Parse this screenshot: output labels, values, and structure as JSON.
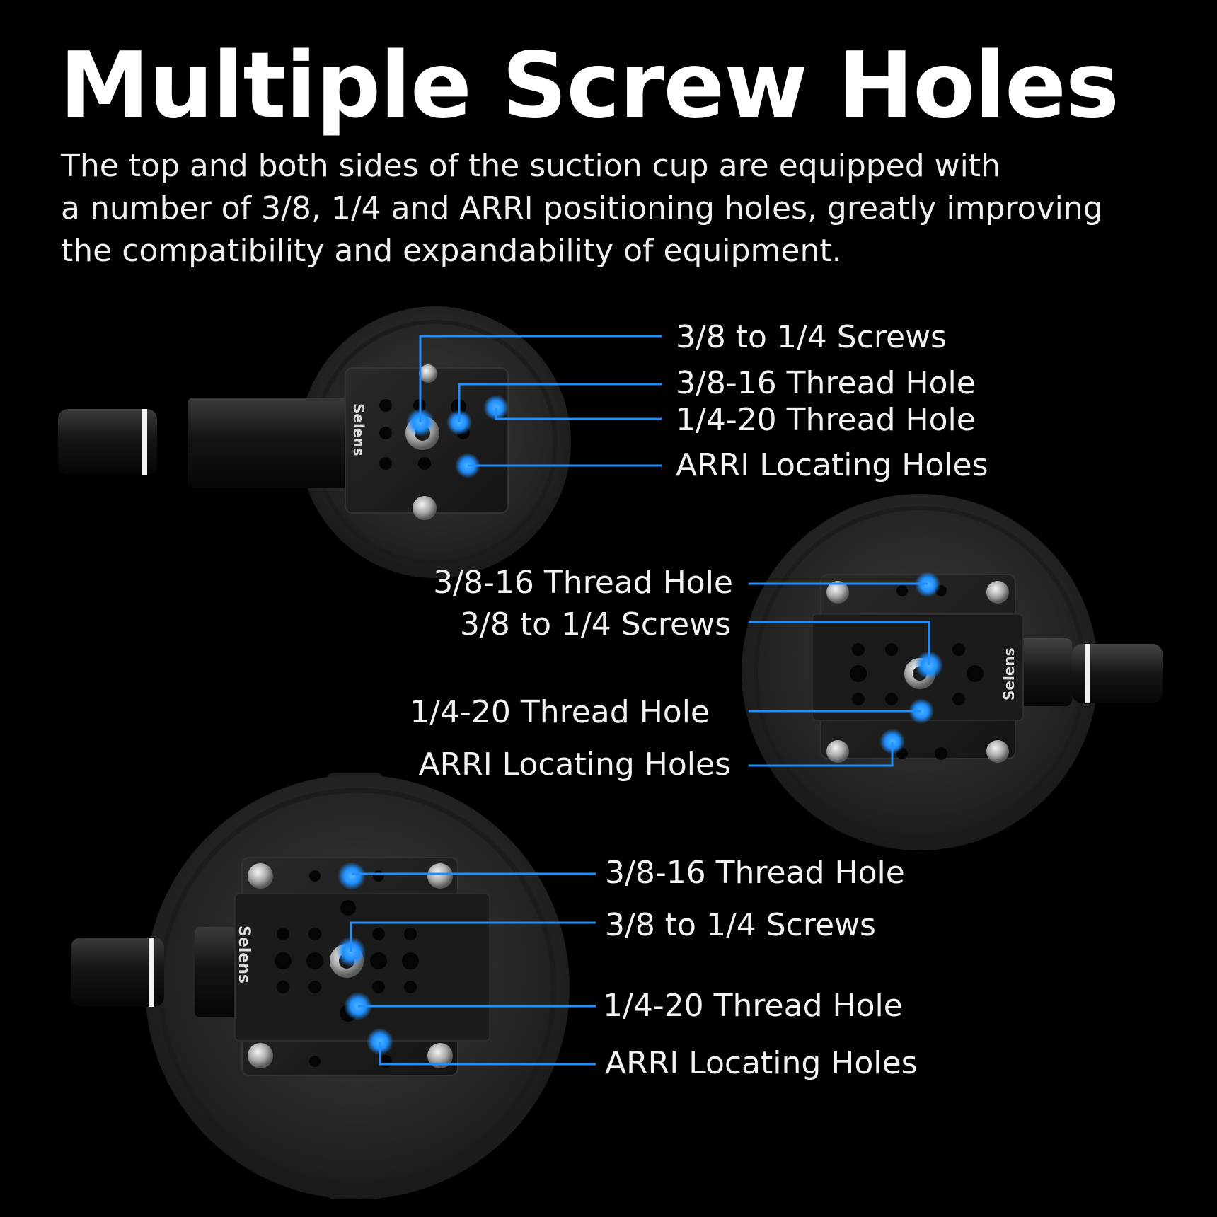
{
  "header": {
    "title": "Multiple Screw Holes",
    "description_lines": [
      "The top and both sides of the suction cup are equipped with",
      "a number of 3/8, 1/4 and ARRI positioning holes, greatly improving",
      "the compatibility and expandability of equipment."
    ]
  },
  "products": {
    "brand": "Selens",
    "cup_top": {
      "labels": [
        "3/8 to 1/4 Screws",
        "3/8-16 Thread Hole",
        "1/4-20 Thread Hole",
        "ARRI Locating Holes"
      ]
    },
    "cup_right": {
      "labels": [
        "3/8-16 Thread Hole",
        "3/8 to 1/4 Screws",
        "1/4-20 Thread Hole",
        "ARRI Locating Holes"
      ]
    },
    "cup_bottom": {
      "labels": [
        "3/8-16 Thread Hole",
        "3/8 to 1/4 Screws",
        "1/4-20 Thread Hole",
        "ARRI Locating Holes"
      ]
    }
  },
  "colors": {
    "background": "#000000",
    "accent_blue": "#1f8fff",
    "text": "#ffffff"
  }
}
